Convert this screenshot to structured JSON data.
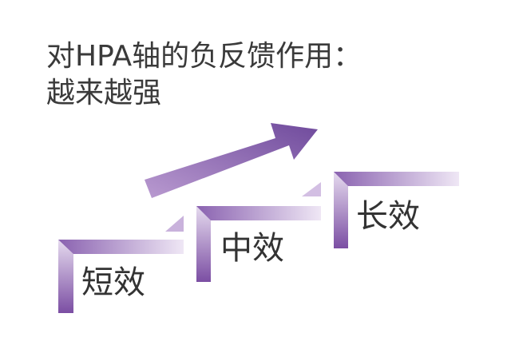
{
  "title": {
    "line1": "对HPA轴的负反馈作用：",
    "line2": "越来越强"
  },
  "steps": [
    {
      "label": "短效"
    },
    {
      "label": "中效"
    },
    {
      "label": "长效"
    }
  ],
  "colors": {
    "step_dark": "#7b4ea3",
    "step_light": "#e6dbef",
    "arrow_dark": "#7e55a8",
    "arrow_light": "#b99ad0",
    "title_text": "#3a3a3a",
    "label_text": "#333333"
  }
}
